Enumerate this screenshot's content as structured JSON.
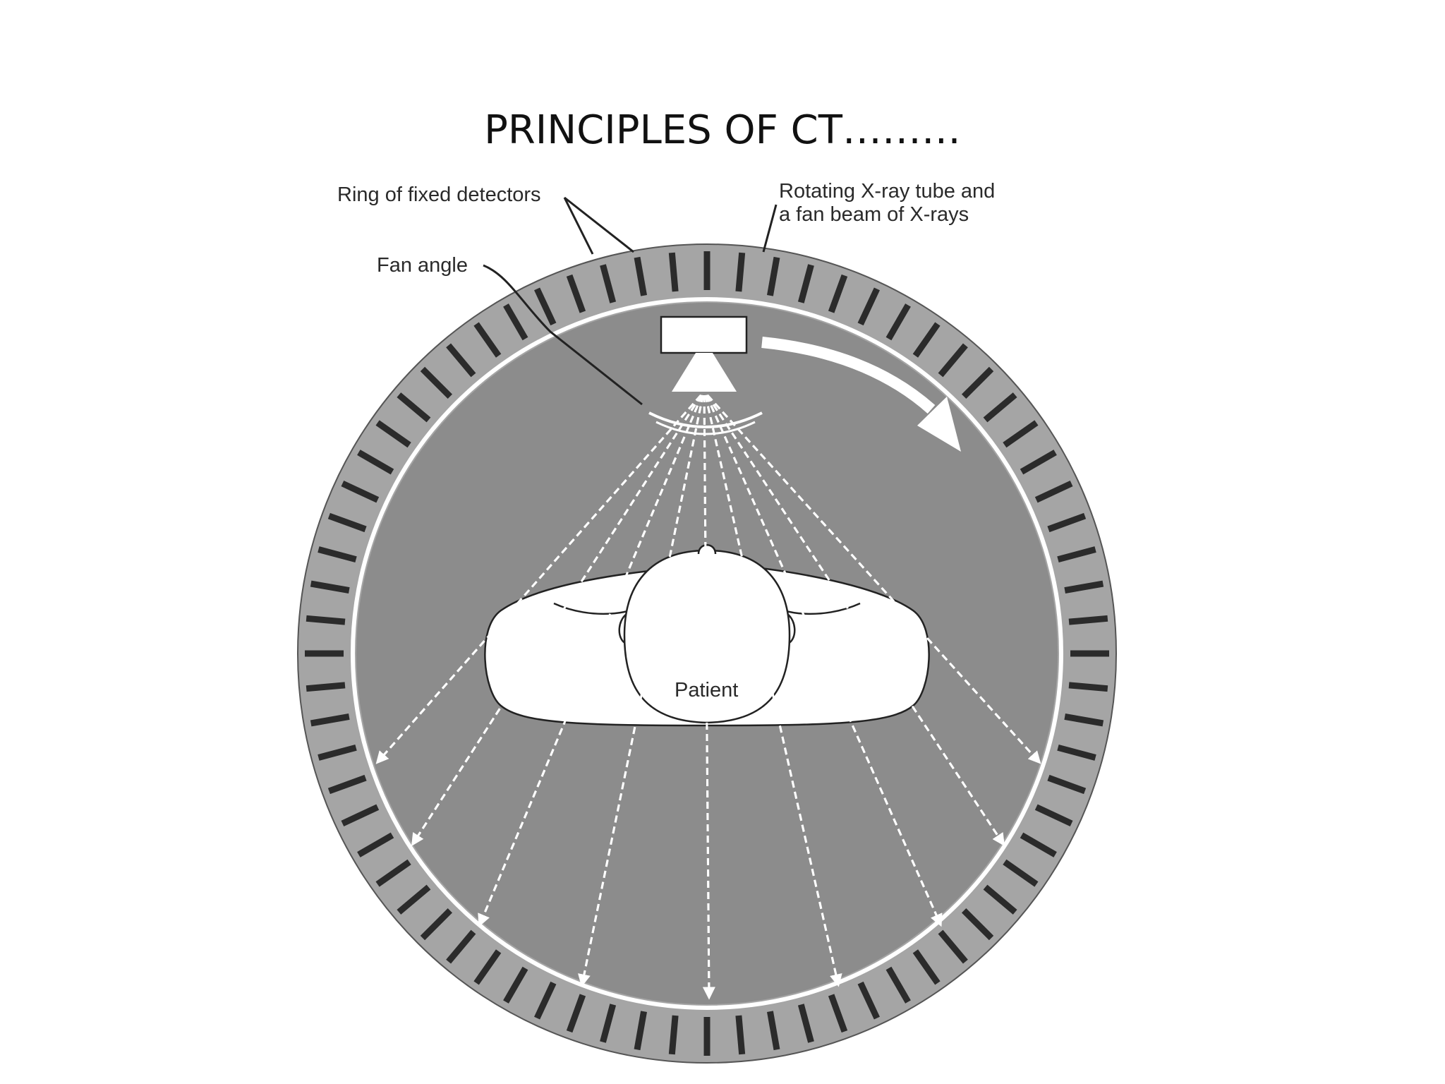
{
  "slide": {
    "title": "PRINCIPLES OF CT………"
  },
  "diagram": {
    "labels": {
      "detectors": "Ring of fixed detectors",
      "tube_line1": "Rotating X-ray tube and",
      "tube_line2": "a fan beam of X-rays",
      "fan_angle": "Fan angle",
      "patient": "Patient"
    },
    "colors": {
      "gantry": "#8c8c8c",
      "detector_ring": "#a5a5a5",
      "detector_segment": "#2b2b2b",
      "beam": "#ffffff",
      "outline": "#222222",
      "background": "#ffffff"
    },
    "icons": [
      "xray-tube-icon",
      "rotation-arrow-icon",
      "patient-body-icon"
    ]
  }
}
